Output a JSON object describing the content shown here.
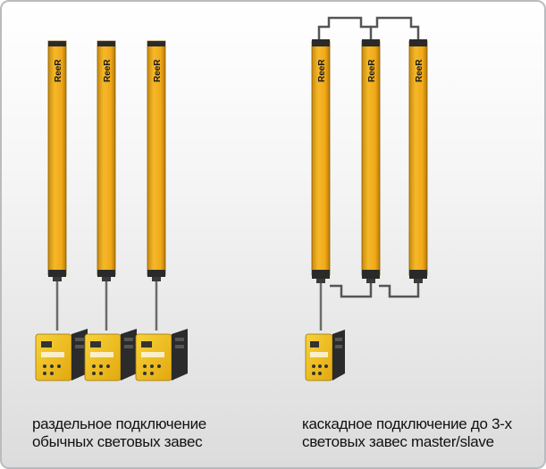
{
  "brand": {
    "logo_text": "ReeR"
  },
  "captions": {
    "left": {
      "line1": "раздельное подключение",
      "line2": "обычных световых завес"
    },
    "right": {
      "line1": "каскадное подключение до 3-х",
      "line2": "световых завес master/slave"
    }
  },
  "colors": {
    "bar_yellow": "#f2b11d",
    "bar_dark": "#262626",
    "module_yellow": "#f1c21b",
    "module_dark": "#2b2b2b"
  }
}
